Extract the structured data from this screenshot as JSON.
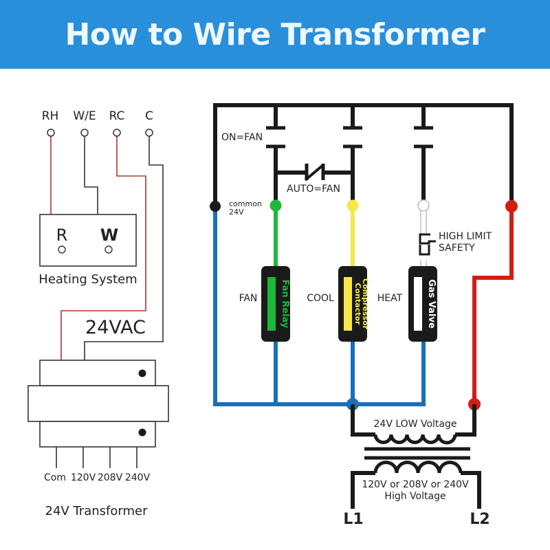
{
  "title": "How to Wire Transformer",
  "colors": {
    "banner": "#2a8fda",
    "wire_black": "#1a1a1a",
    "wire_blue": "#1a6fb8",
    "wire_green": "#1db83a",
    "wire_yellow": "#f4e84a",
    "wire_red": "#d01e14",
    "thin_red": "#a63a2a"
  },
  "left_diagram": {
    "terminals": [
      "RH",
      "W/E",
      "RC",
      "C"
    ],
    "heating_system": {
      "label": "Heating System",
      "terminals": [
        "R",
        "W"
      ]
    },
    "secondary_label": "24VAC",
    "taps": [
      "Com",
      "120V",
      "208V",
      "240V"
    ],
    "caption": "24V Transformer"
  },
  "right_diagram": {
    "switch_labels": {
      "on_fan": "ON=FAN",
      "auto_fan": "AUTO=FAN"
    },
    "common_label": {
      "line1": "common",
      "line2": "24V"
    },
    "safety_label": {
      "line1": "HIGH LIMIT",
      "line2": "SAFETY"
    },
    "loads": [
      {
        "side_label": "FAN",
        "device": "Fan Relay",
        "color": "green"
      },
      {
        "side_label": "COOL",
        "device_line1": "Compressor",
        "device_line2": "Contactor",
        "color": "yellow"
      },
      {
        "side_label": "HEAT",
        "device": "Gas Valve",
        "color": "white"
      }
    ],
    "transformer": {
      "low_label": "24V LOW Voltage",
      "high_label_line1": "120V or 208V or 240V",
      "high_label_line2": "High Voltage",
      "line1": "L1",
      "line2": "L2"
    }
  }
}
